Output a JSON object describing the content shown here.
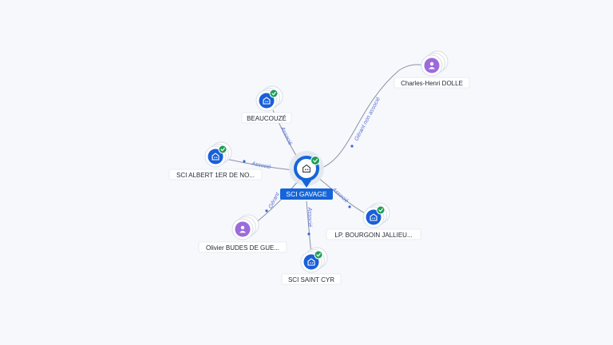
{
  "graph": {
    "center": {
      "label": "SCI GAVAGE",
      "icon": "building-icon",
      "verified": true
    },
    "nodes": [
      {
        "id": "charles",
        "label": "Charles-Henri DOLLE",
        "kind": "person",
        "icon": "person-icon"
      },
      {
        "id": "beaucouze",
        "label": "BEAUCOUZÉ",
        "kind": "company",
        "icon": "building-icon",
        "verified": true
      },
      {
        "id": "albert",
        "label": "SCI ALBERT 1ER DE NO...",
        "kind": "company",
        "icon": "building-icon",
        "verified": true
      },
      {
        "id": "olivier",
        "label": "Olivier BUDES DE GUE...",
        "kind": "person",
        "icon": "person-icon"
      },
      {
        "id": "saintcyr",
        "label": "SCI SAINT CYR",
        "kind": "company",
        "icon": "building-icon",
        "verified": true
      },
      {
        "id": "bourgoin",
        "label": "LP. BOURGOIN JALLIEU...",
        "kind": "company",
        "icon": "building-icon",
        "verified": true
      }
    ],
    "edges": [
      {
        "to": "charles",
        "label": "Gérant non associé"
      },
      {
        "to": "beaucouze",
        "label": "Associé"
      },
      {
        "to": "albert",
        "label": "Associé"
      },
      {
        "to": "olivier",
        "label": "Gérant"
      },
      {
        "to": "saintcyr",
        "label": "Associé"
      },
      {
        "to": "bourgoin",
        "label": "Associé"
      }
    ]
  },
  "colors": {
    "company": "#1a5fd8",
    "person": "#9b6bdc",
    "verified": "#1e9e57",
    "center_ring": "#1565d8",
    "edge": "#8a93a3",
    "edge_label": "#5b6fd6"
  }
}
